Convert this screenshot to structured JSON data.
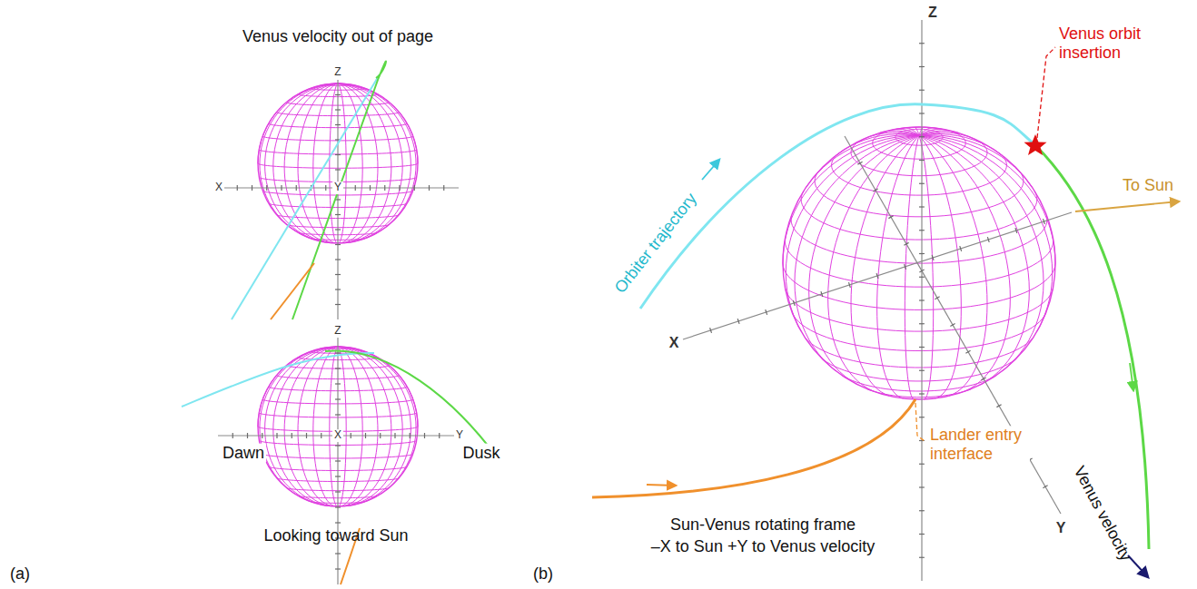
{
  "diagram": {
    "labels": [
      "Venus velocity out of page",
      "Z",
      "X",
      "Y",
      "Z",
      "Dawn",
      "X",
      "Y",
      "Dusk",
      "Looking toward Sun",
      "(a)",
      "Z",
      "Venus orbit insertion",
      "Orbiter trajectory",
      "To Sun",
      "X",
      "Lander entry interface",
      "Y",
      "Venus velocity",
      "Sun-Venus rotating frame",
      "–X to Sun +Y to Venus velocity",
      "(b)"
    ]
  }
}
